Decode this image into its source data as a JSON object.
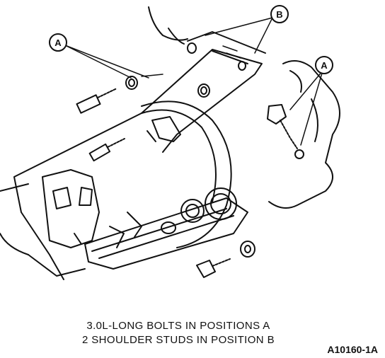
{
  "diagram": {
    "callouts": {
      "a_top_left": "A",
      "b_top": "B",
      "a_right": "A"
    },
    "caption_line_1": "3.0L-LONG BOLTS IN POSITIONS A",
    "caption_line_2": "2 SHOULDER STUDS IN POSITION B",
    "figure_id": "A10160-1A",
    "colors": {
      "ink": "#111111",
      "paper": "#ffffff"
    }
  }
}
